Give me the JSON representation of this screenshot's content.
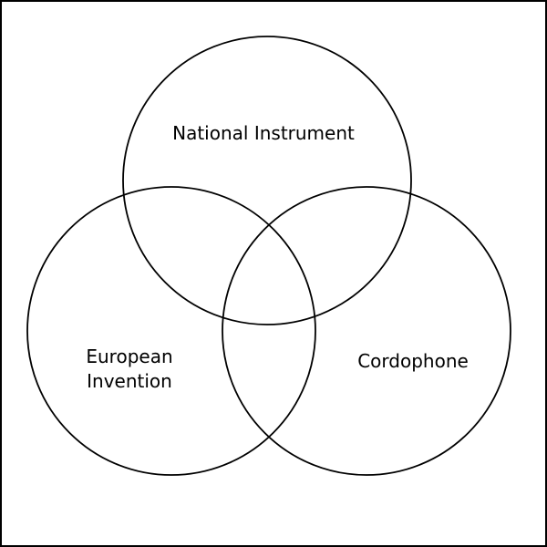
{
  "diagram": {
    "kind": "venn-3",
    "top_circle": {
      "label": "National Instrument"
    },
    "left_circle": {
      "label_line1": "European",
      "label_line2": "Invention"
    },
    "right_circle": {
      "label": "Cordophone"
    }
  },
  "colors": {
    "circle_stroke": "#000000",
    "background": "#ffffff",
    "frame_border": "#000000",
    "text": "#000000"
  }
}
